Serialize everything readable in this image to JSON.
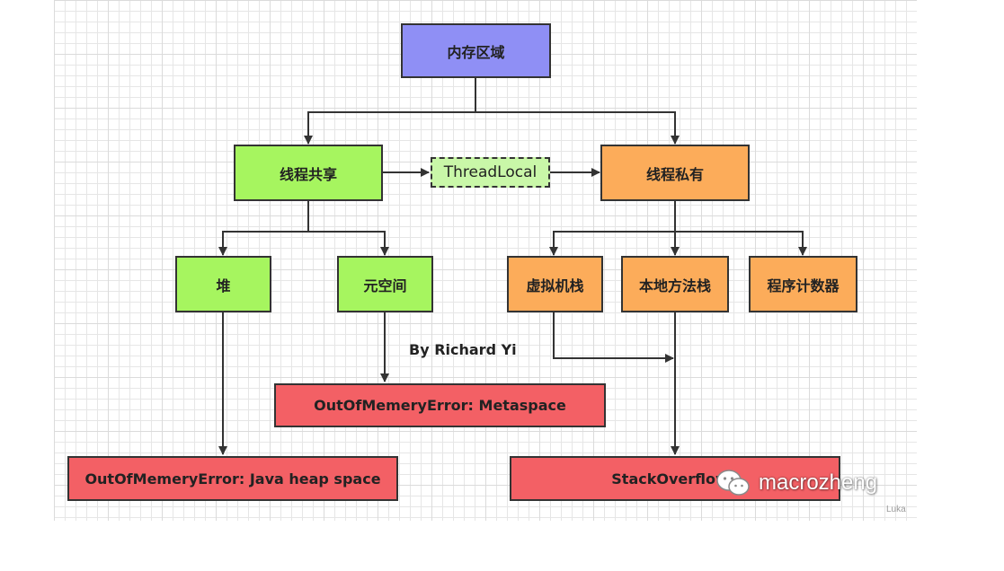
{
  "nodes": {
    "root": "内存区域",
    "shared": "线程共享",
    "threadlocal": "ThreadLocal",
    "private": "线程私有",
    "heap": "堆",
    "metaspace": "元空间",
    "vm_stack": "虚拟机栈",
    "native_stack": "本地方法栈",
    "pc": "程序计数器",
    "oom_metaspace": "OutOfMemeryError: Metaspace",
    "oom_heap": "OutOfMemeryError: Java heap space",
    "stackoverflow": "StackOverflowE"
  },
  "caption": "By Richard  Yi",
  "watermark": {
    "text": "macrozheng",
    "icon": "wechat-icon"
  },
  "corner_mark": "Luka",
  "colors": {
    "root": "#8f8ff5",
    "shared_branch": "#a6f55f",
    "threadlocal": "#c9f7a8",
    "private_branch": "#fcac5a",
    "error": "#f36065",
    "line": "#333333"
  }
}
